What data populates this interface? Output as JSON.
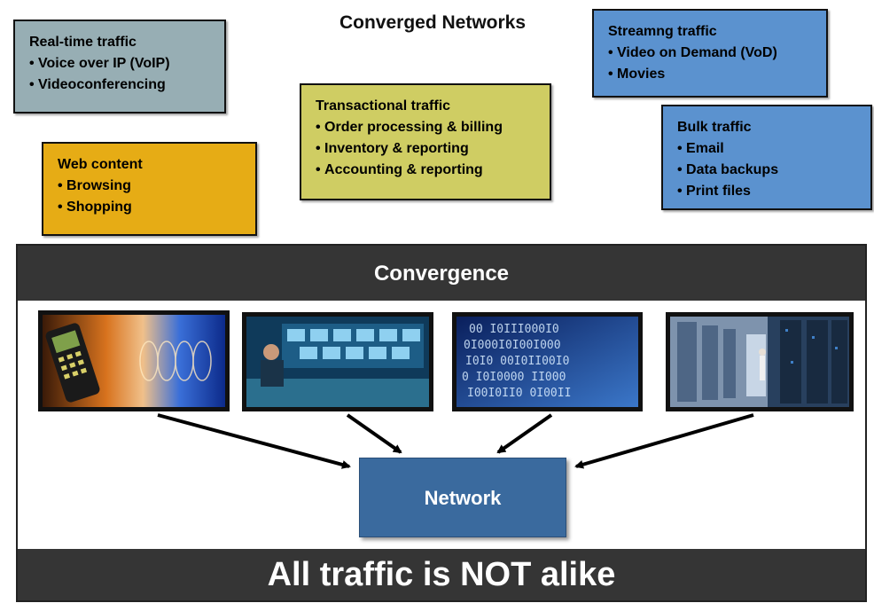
{
  "title": "Converged Networks",
  "boxes": {
    "realtime": {
      "heading": "Real-time traffic",
      "items": [
        "Voice over IP (VoIP)",
        "Videoconferencing"
      ]
    },
    "web": {
      "heading": "Web content",
      "items": [
        "Browsing",
        "Shopping"
      ]
    },
    "transactional": {
      "heading": "Transactional traffic",
      "items": [
        "Order processing & billing",
        "Inventory & reporting",
        "Accounting & reporting"
      ]
    },
    "streaming": {
      "heading": "Streamng traffic",
      "items": [
        "Video on Demand (VoD)",
        "Movies"
      ]
    },
    "bulk": {
      "heading": "Bulk traffic",
      "items": [
        "Email",
        "Data backups",
        "Print files"
      ]
    }
  },
  "convergence_label": "Convergence",
  "network_label": "Network",
  "footer_label": "All traffic is NOT alike",
  "colors": {
    "realtime": "#97aeb4",
    "web": "#e6ac15",
    "transactional": "#cfcd63",
    "streaming": "#5b92cf",
    "bulk": "#5b92cf",
    "bar": "#353535",
    "network": "#3a6a9e"
  },
  "images": [
    "phone-signal-image",
    "control-room-image",
    "binary-data-image",
    "server-room-image"
  ]
}
